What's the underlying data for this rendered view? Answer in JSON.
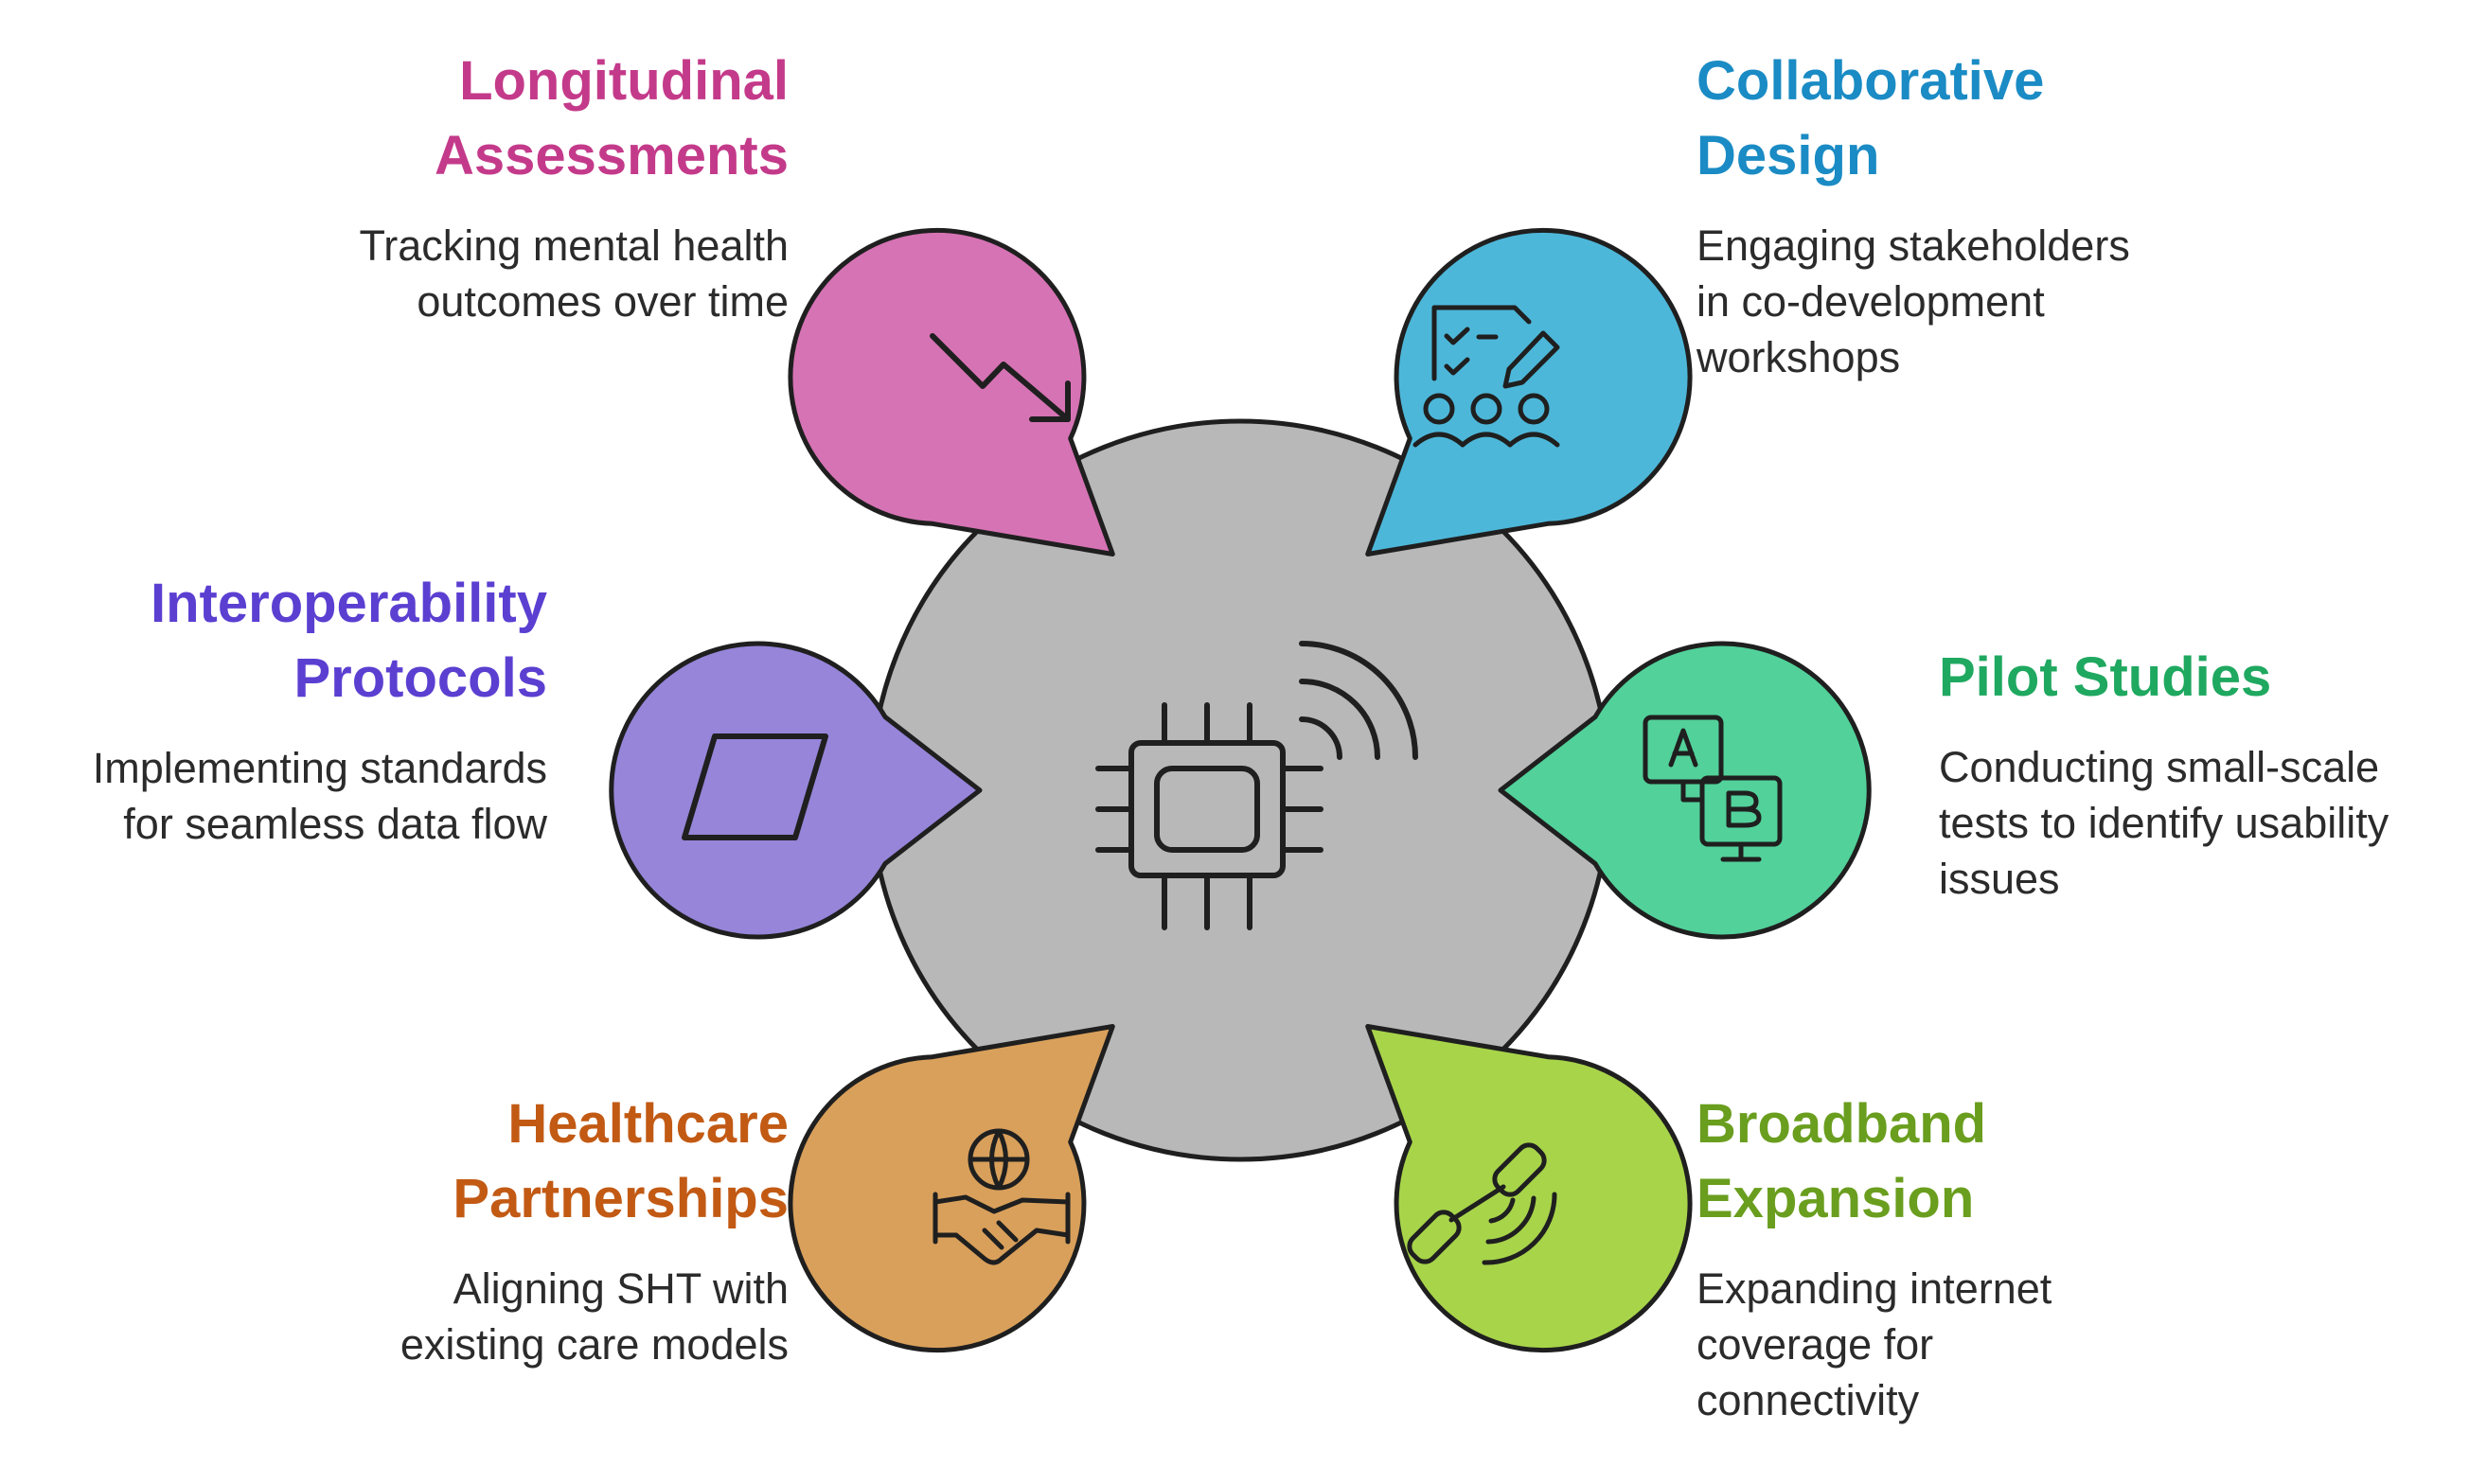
{
  "items": [
    {
      "id": "longitudinal",
      "title": [
        "Longitudinal",
        "Assessments"
      ],
      "desc": [
        "Tracking mental health",
        "outcomes over time"
      ],
      "color": "#D673B4",
      "title_color": "#C43A8A",
      "icon": "trend-down-icon"
    },
    {
      "id": "collaborative",
      "title": [
        "Collaborative",
        "Design"
      ],
      "desc": [
        "Engaging stakeholders",
        "in co-development",
        "workshops"
      ],
      "color": "#4DB7D9",
      "title_color": "#1A8BC4",
      "icon": "team-checklist-icon"
    },
    {
      "id": "interoperability",
      "title": [
        "Interoperability",
        "Protocols"
      ],
      "desc": [
        "Implementing standards",
        "for seamless data flow"
      ],
      "color": "#9685D9",
      "title_color": "#5B3FD1",
      "icon": "parallelogram-icon"
    },
    {
      "id": "pilot",
      "title": [
        "Pilot Studies"
      ],
      "desc": [
        "Conducting small-scale",
        "tests to identify usability",
        "issues"
      ],
      "color": "#52D19A",
      "title_color": "#1FA860",
      "icon": "ab-test-icon"
    },
    {
      "id": "healthcare",
      "title": [
        "Healthcare",
        "Partnerships"
      ],
      "desc": [
        "Aligning SHT with",
        "existing care models"
      ],
      "color": "#D9A05B",
      "title_color": "#C25A14",
      "icon": "handshake-globe-icon"
    },
    {
      "id": "broadband",
      "title": [
        "Broadband",
        "Expansion"
      ],
      "desc": [
        "Expanding internet",
        "coverage for",
        "connectivity"
      ],
      "color": "#A8D44A",
      "title_color": "#6A9E1E",
      "icon": "satellite-signal-icon"
    }
  ],
  "center": {
    "color": "#B8B8B8",
    "icon": "chip-wireless-icon"
  }
}
